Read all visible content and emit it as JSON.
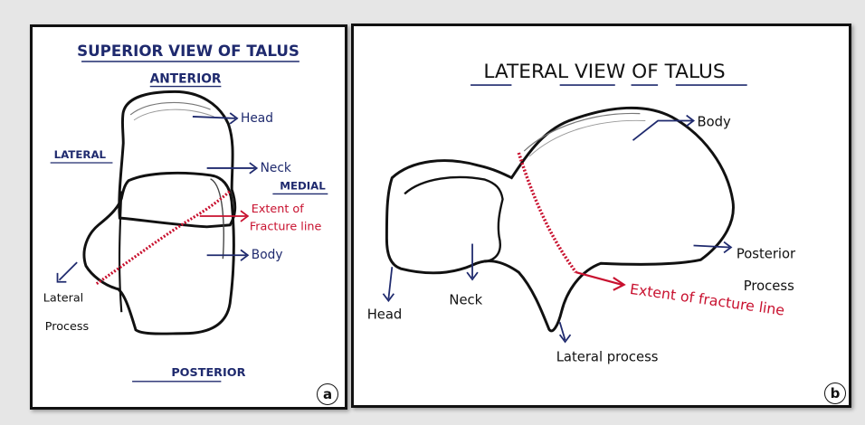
{
  "panel_a": {
    "title": "SUPERIOR VIEW OF TALUS",
    "anterior": "ANTERIOR",
    "posterior": "POSTERIOR",
    "lateral": "LATERAL",
    "medial": "MEDIAL",
    "labels": {
      "head": "Head",
      "neck": "Neck",
      "body": "Body",
      "fracture_1": "Extent of",
      "fracture_2": "Fracture line",
      "lateral_process_1": "Lateral",
      "lateral_process_2": "Process"
    },
    "badge": "a"
  },
  "panel_b": {
    "title": "LATERAL VIEW OF TALUS",
    "labels": {
      "body": "Body",
      "posterior_process_1": "Posterior",
      "posterior_process_2": "Process",
      "head": "Head",
      "neck": "Neck",
      "fracture": "Extent of fracture line",
      "lateral_process": "Lateral process"
    },
    "badge": "b"
  },
  "colors": {
    "outline": "#111111",
    "annotation_blue": "#1f2a6e",
    "fracture_red": "#c8102e"
  }
}
